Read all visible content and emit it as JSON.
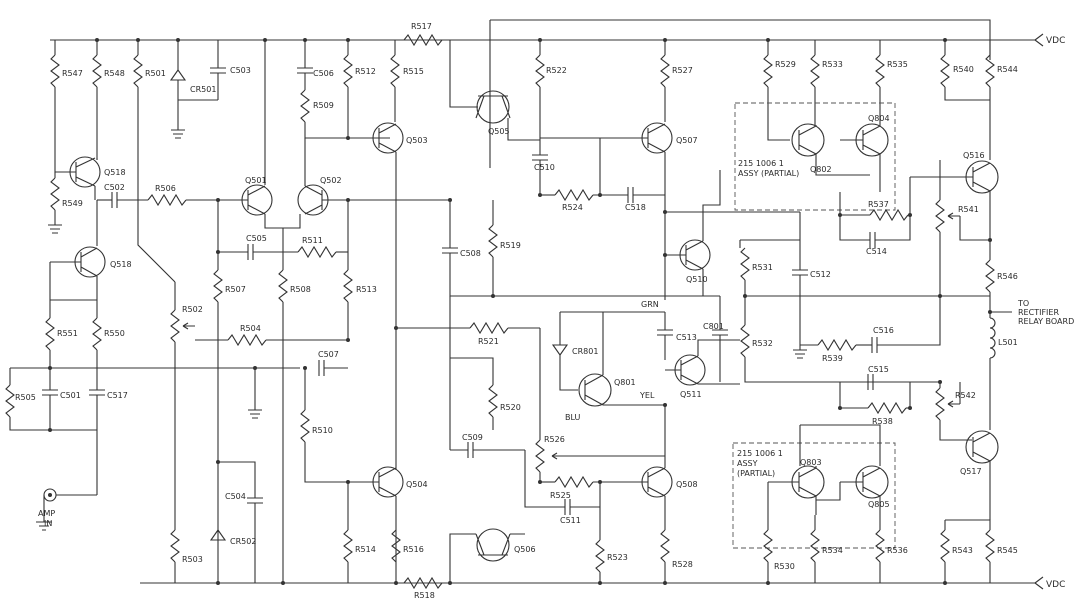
{
  "rails": {
    "top": "VDC",
    "bottom": "VDC"
  },
  "resistors": {
    "R547": "R547",
    "R548": "R548",
    "R501": "R501",
    "R512": "R512",
    "R509": "R509",
    "R515": "R515",
    "R517": "R517",
    "R522": "R522",
    "R527": "R527",
    "R529": "R529",
    "R533": "R533",
    "R535": "R535",
    "R540": "R540",
    "R544": "R544",
    "R549": "R549",
    "R506": "R506",
    "R524": "R524",
    "R537": "R537",
    "R541": "R541",
    "R511": "R511",
    "R519": "R519",
    "R531": "R531",
    "R546": "R546",
    "R507": "R507",
    "R508": "R508",
    "R513": "R513",
    "R502": "R502",
    "R504": "R504",
    "R521": "R521",
    "R532": "R532",
    "R539": "R539",
    "R551": "R551",
    "R550": "R550",
    "R505": "R505",
    "R542": "R542",
    "R538": "R538",
    "R510": "R510",
    "R520": "R520",
    "R526": "R526",
    "R525": "R525",
    "R514": "R514",
    "R516": "R516",
    "R523": "R523",
    "R528": "R528",
    "R530": "R530",
    "R534": "R534",
    "R536": "R536",
    "R543": "R543",
    "R545": "R545",
    "R503": "R503",
    "R518": "R518"
  },
  "capacitors": {
    "C503": "C503",
    "C506": "C506",
    "C502": "C502",
    "C510": "C510",
    "C518": "C518",
    "C505": "C505",
    "C508": "C508",
    "C512": "C512",
    "C514": "C514",
    "C507": "C507",
    "C513": "C513",
    "C801": "C801",
    "C516": "C516",
    "C501": "C501",
    "C517": "C517",
    "C515": "C515",
    "C509": "C509",
    "C511": "C511",
    "C504": "C504"
  },
  "transistors": {
    "Q518a": "Q518",
    "Q518b": "Q518",
    "Q501": "Q501",
    "Q502": "Q502",
    "Q503": "Q503",
    "Q505": "Q505",
    "Q507": "Q507",
    "Q802": "Q802",
    "Q804": "Q804",
    "Q516": "Q516",
    "Q510": "Q510",
    "Q801": "Q801",
    "Q511": "Q511",
    "Q504": "Q504",
    "Q508": "Q508",
    "Q506": "Q506",
    "Q803": "Q803",
    "Q805": "Q805",
    "Q517": "Q517"
  },
  "diodes": {
    "CR501": "CR501",
    "CR502": "CR502",
    "CR801": "CR801"
  },
  "inductor": "L501",
  "wire_labels": {
    "grn": "GRN",
    "yel": "YEL",
    "blu": "BLU"
  },
  "assy_top": {
    "line1": "215 1006 1",
    "line2": "ASSY (PARTIAL)"
  },
  "assy_bottom": {
    "line1": "215 1006 1",
    "line2": "ASSY",
    "line3": "(PARTIAL)"
  },
  "relay_note": {
    "line1": "TO",
    "line2": "RECTIFIER",
    "line3": "RELAY BOARD"
  },
  "input": {
    "line1": "AMP",
    "line2": "IN"
  }
}
